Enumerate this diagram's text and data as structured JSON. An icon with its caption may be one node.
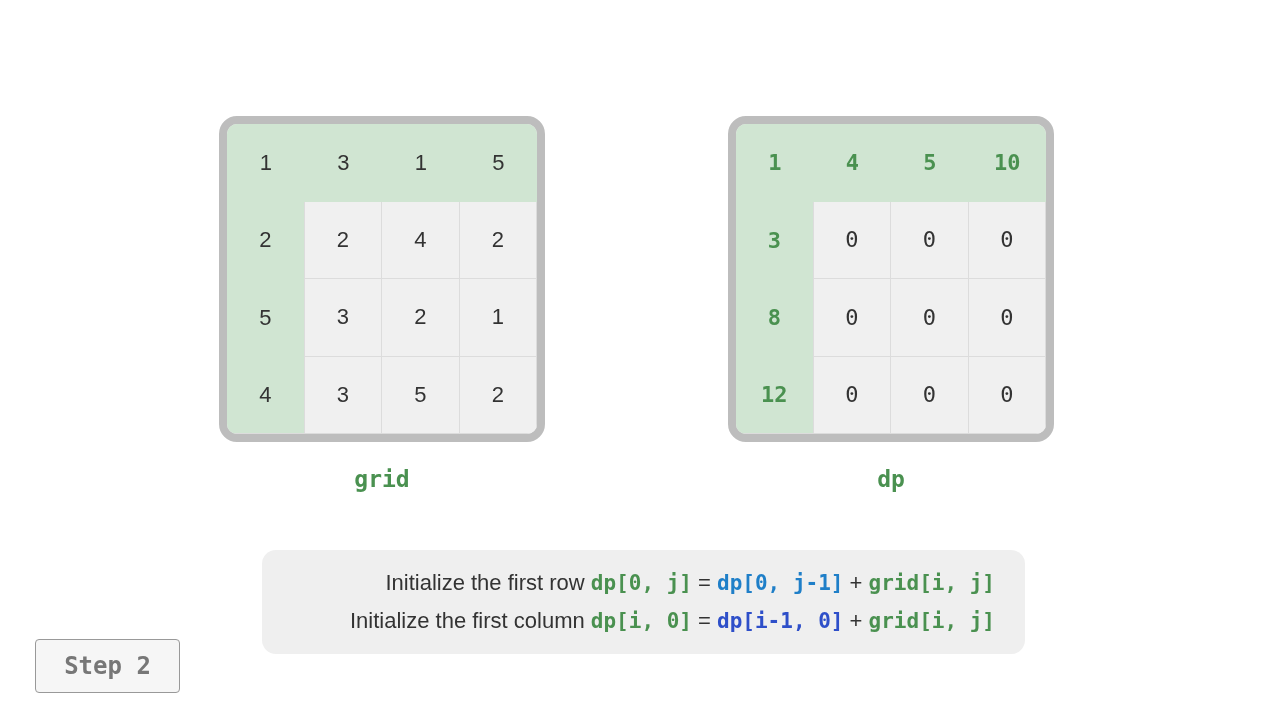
{
  "diagram": {
    "nodes": [
      {
        "text": [
          "grid"
        ]
      },
      {
        "text": [
          "dp"
        ]
      },
      {
        "text": [
          "Initialize the first row **dp[0, j]** = **dp[0, j-1]** + **grid[i, j]**",
          "Initialize the first column **dp[i, 0]** = **dp[i-1, 0]** + **grid[i, j]**"
        ]
      },
      {
        "text": [
          "Step 2"
        ]
      }
    ],
    "labels": [
      "1",
      "3",
      "1",
      "5",
      "2",
      "2",
      "4",
      "2",
      "5",
      "3",
      "2",
      "1",
      "4",
      "3",
      "5",
      "2",
      "1",
      "4",
      "5",
      "10",
      "3",
      "0",
      "0",
      "0",
      "8",
      "0",
      "0",
      "0",
      "12",
      "0",
      "0",
      "0"
    ]
  }
}
